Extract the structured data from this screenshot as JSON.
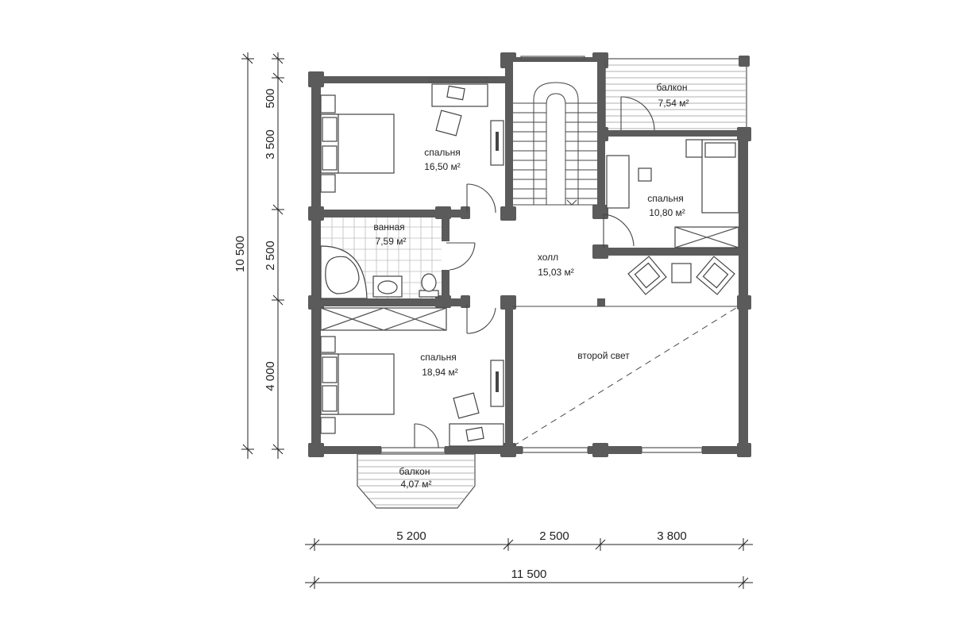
{
  "rooms": {
    "bedroom_top": {
      "name": "спальня",
      "area": "16,50 м²"
    },
    "bathroom": {
      "name": "ванная",
      "area": "7,59 м²"
    },
    "hall": {
      "name": "холл",
      "area": "15,03 м²"
    },
    "bedroom_right": {
      "name": "спальня",
      "area": "10,80 м²"
    },
    "balcony_top": {
      "name": "балкон",
      "area": "7,54 м²"
    },
    "bedroom_bottom": {
      "name": "спальня",
      "area": "18,94 м²"
    },
    "second_light": {
      "name": "второй свет"
    },
    "balcony_bottom": {
      "name": "балкон",
      "area": "4,07 м²"
    }
  },
  "dimensions": {
    "bottom_segments": [
      "5 200",
      "2 500",
      "3 800"
    ],
    "bottom_total": "11 500",
    "left_segments": [
      "500",
      "3 500",
      "2 500",
      "4 000"
    ],
    "left_total": "10 500"
  },
  "colors": {
    "wall": "#5b5b5b",
    "line": "#444444"
  }
}
